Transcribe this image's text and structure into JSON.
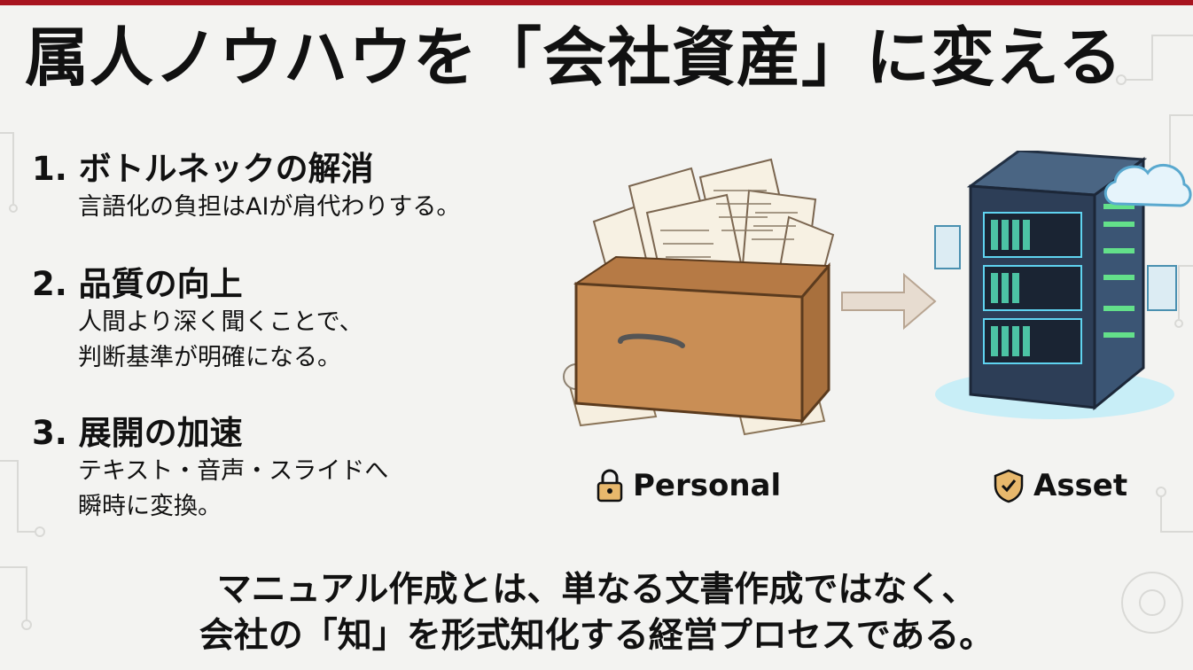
{
  "title": "属人ノウハウを「会社資産」に変える",
  "points": [
    {
      "heading": "1. ボトルネックの解消",
      "lines": [
        "言語化の負担はAIが肩代わりする。"
      ]
    },
    {
      "heading": "2. 品質の向上",
      "lines": [
        "人間より深く聞くことで、",
        "判断基準が明確になる。"
      ]
    },
    {
      "heading": "3. 展開の加速",
      "lines": [
        "テキスト・音声・スライドへ",
        "瞬時に変換。"
      ]
    }
  ],
  "labels": {
    "personal": "Personal",
    "asset": "Asset"
  },
  "icons": {
    "personal": "lock-icon",
    "asset": "shield-check-icon",
    "arrow": "arrow-right-icon"
  },
  "conclusion": [
    "マニュアル作成とは、単なる文書作成ではなく、",
    "会社の「知」を形式知化する経営プロセスである。"
  ],
  "colors": {
    "accent": "#a8141f",
    "background": "#f3f3f1",
    "server": "#2d3e57",
    "glow": "#5fd3f0",
    "drawer": "#c98e55"
  }
}
